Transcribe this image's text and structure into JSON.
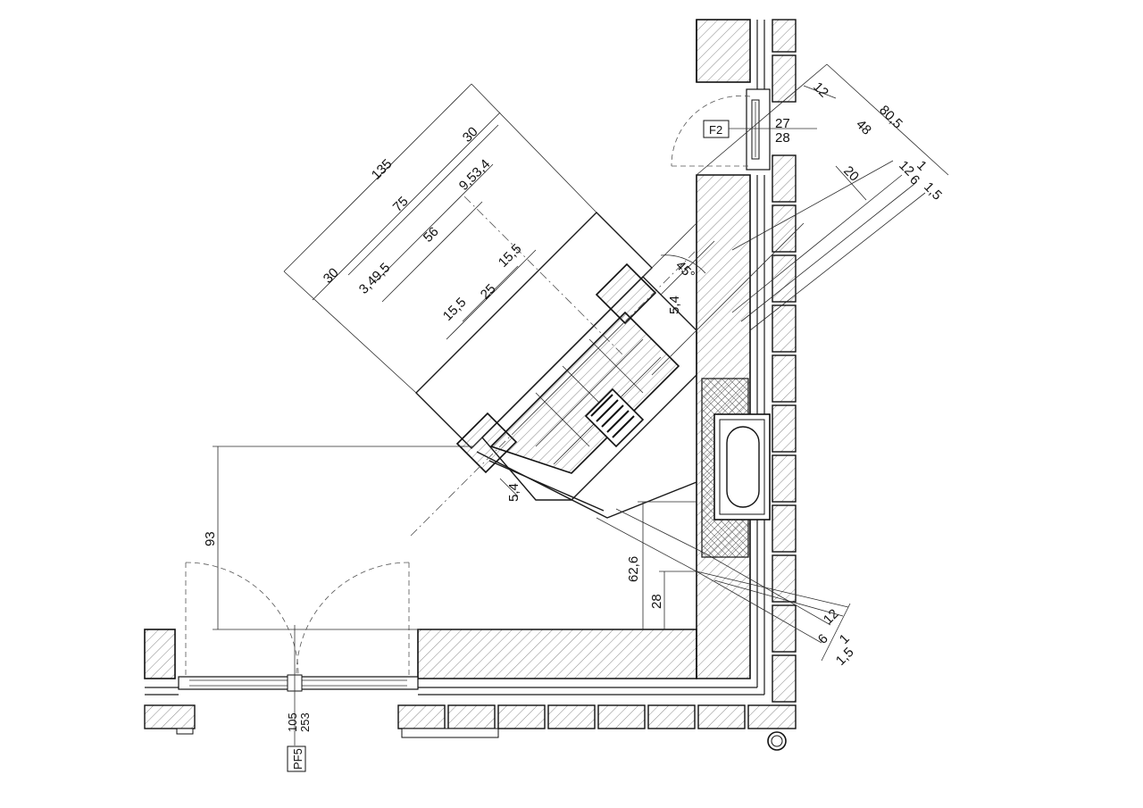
{
  "drawing": {
    "tags": {
      "window": "F2",
      "door": "PF5"
    },
    "chimney_dims": {
      "d135": "135",
      "d75": "75",
      "d30_top": "30",
      "d30_left": "30",
      "d56": "56",
      "d9534": "9,53,4",
      "d3495": "3,49,5",
      "d155_right": "15,5",
      "d155_left": "15,5",
      "d25": "25"
    },
    "right_dims": {
      "d805": "80,5",
      "d12_top": "12",
      "d48": "48",
      "d20": "20",
      "d12_mid": "12",
      "d1": "1",
      "d6": "6",
      "d15": "1,5",
      "d27": "27",
      "d28": "28"
    },
    "angle": {
      "value": "45°",
      "d54_top": "5,4",
      "d54_bottom": "5,4"
    },
    "left_dims": {
      "d93": "93",
      "d626": "62,6",
      "d28": "28"
    },
    "bottom_right_dims": {
      "d12": "12",
      "d6": "6",
      "d1": "1",
      "d15": "1,5"
    },
    "door_dims": {
      "d105": "105",
      "d253": "253"
    }
  }
}
